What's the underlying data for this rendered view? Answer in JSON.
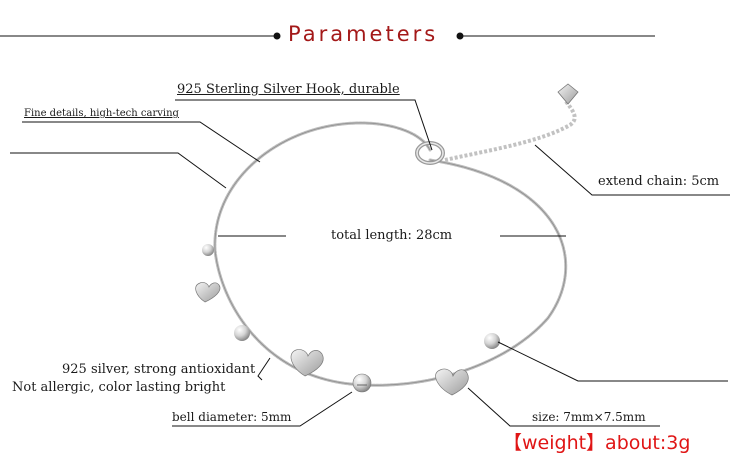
{
  "header": {
    "title": "Parameters"
  },
  "annotations": {
    "hook": "925 Sterling Silver Hook, durable",
    "fine_details": "Fine details, high-tech carving",
    "extend_chain": "extend chain: 5cm",
    "total_length": "total length: 28cm",
    "silver_line1": "925 silver, strong antioxidant",
    "silver_line2": "Not allergic, color lasting bright",
    "bell_diameter": "bell diameter: 5mm",
    "charm_size": "size: 7mm×7.5mm",
    "weight": "【weight】about:3g"
  },
  "colors": {
    "title": "#a31818",
    "weight": "#e01515",
    "lines": "#111111",
    "silver": "#c9c9c9"
  }
}
